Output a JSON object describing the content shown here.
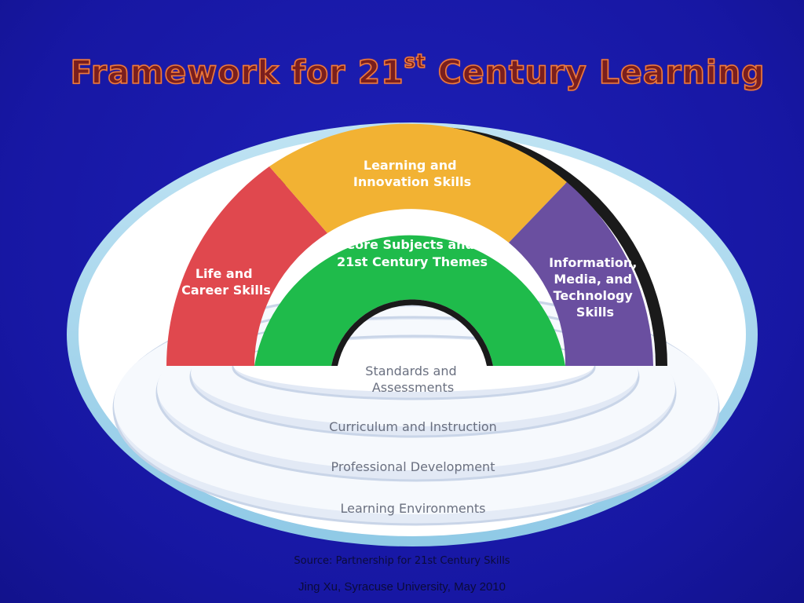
{
  "slide": {
    "title_main": "Framework for 21",
    "title_sup": "st",
    "title_end": " Century Learning",
    "source": "Source: Partnership for 21st Century Skills",
    "author": "Jing Xu, Syracuse University, May 2010"
  },
  "arch": {
    "learning_innovation": [
      "Learning and",
      "Innovation Skills"
    ],
    "life_career": [
      "Life and",
      "Career Skills"
    ],
    "core_subjects": [
      "Core Subjects and",
      "21st Century Themes"
    ],
    "information_media": [
      "Information,",
      "Media, and",
      "Technology",
      "Skills"
    ]
  },
  "rings": {
    "standards": [
      "Standards and",
      "Assessments"
    ],
    "curriculum": "Curriculum and Instruction",
    "professional": "Professional Development",
    "environments": "Learning Environments"
  },
  "colors": {
    "background": "#1a1aaa",
    "life_career": "#e0484e",
    "learning_innovation": "#f2b233",
    "information_media": "#6a4fa0",
    "core_subjects": "#1fbb4b",
    "title_fill": "#7a1e1e",
    "title_outline": "#f07a3a"
  }
}
